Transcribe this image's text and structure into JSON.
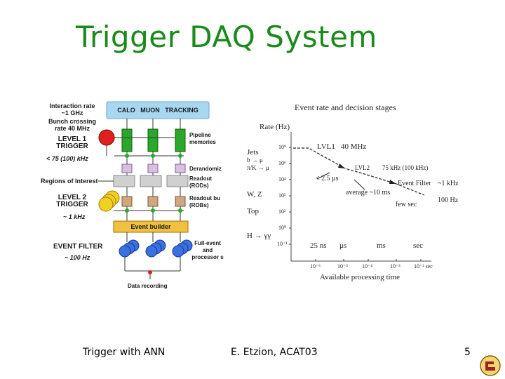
{
  "slide": {
    "title": "Trigger DAQ System",
    "footer_left": "Trigger with ANN",
    "footer_center": "E. Etzion,  ACAT03",
    "page_number": "5"
  },
  "daq_diagram": {
    "detectors_label": "CALO   MUON   TRACKING",
    "interaction_rate": [
      "Interaction rate",
      "~1 GHz"
    ],
    "bunch_crossing": [
      "Bunch crossing",
      "rate 40 MHz"
    ],
    "level1": [
      "LEVEL 1",
      "TRIGGER"
    ],
    "level1_rate": "< 75 (100) kHz",
    "regions_of_interest": "Regions of Interest",
    "level2": [
      "LEVEL 2",
      "TRIGGER"
    ],
    "level2_rate": "~ 1 kHz",
    "event_filter": "EVENT FILTER",
    "event_filter_rate": "~ 100 Hz",
    "pipeline_memories": [
      "Pipeline",
      "memories"
    ],
    "derandomizers": "Derandomiz",
    "readout_drivers": [
      "Readout",
      "(RODs)"
    ],
    "readout_buffers": [
      "Readout bu",
      "(ROBs)"
    ],
    "event_builder": "Event builder",
    "full_event": [
      "Full-event",
      "and",
      "processor s"
    ],
    "data_recording": "Data recording"
  },
  "rate_plot": {
    "title": "Event rate and decision stages",
    "ylabel": "Rate (Hz)",
    "xlabel": "Available processing time",
    "y_ticks": [
      "10⁹",
      "10⁶",
      "10⁴",
      "10³",
      "10²",
      "10⁰",
      "10⁻¹"
    ],
    "x_ticks": [
      "10⁻⁶",
      "10⁻⁵",
      "10⁻⁴",
      "10⁻³",
      "10⁻² sec"
    ],
    "time_labels": [
      "25 ns",
      "μs",
      "ms",
      "sec"
    ],
    "physics": {
      "jets": "Jets",
      "b_mu": "b → μ",
      "pi_k_mu": "π/K → μ",
      "wz": "W, Z",
      "top": "Top",
      "higgs": "H → γγ"
    },
    "annotations": {
      "lvl1": "LVL1",
      "lvl1_rate": "40 MHz",
      "lvl1_time": "< 2.5 μs",
      "lvl2": "LVL2",
      "lvl2_rate": "75 kHz (100 kHz)",
      "lvl2_time": "average ~10 ms",
      "ef": "Event Filter",
      "ef_rate": "~1 kHz",
      "ef_time": "few sec",
      "final_rate": "100 Hz"
    }
  }
}
